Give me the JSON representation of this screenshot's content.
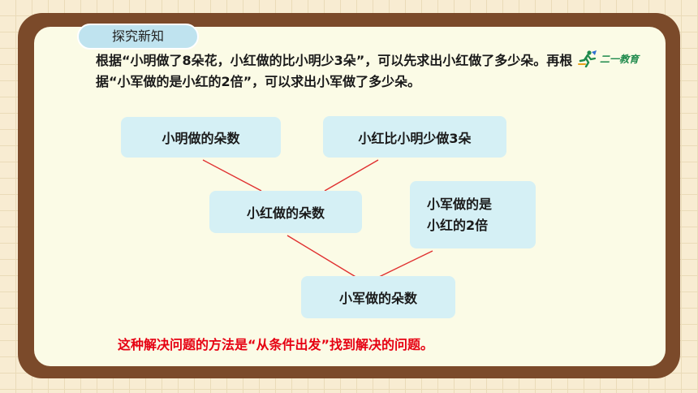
{
  "tag_label": "探究新知",
  "intro_text": "根据“小明做了8朵花，小红做的比小明少3朵”，可以先求出小红做了多少朵。再根据“小军做的是小红的2倍”，可以求出小军做了多少朵。",
  "logo": {
    "text": "二一教育",
    "icon": "running-figure-icon",
    "color": "#1f8a4c"
  },
  "diagram": {
    "boxes": {
      "xiaoming_count": "小明做的朵数",
      "xiaohong_less": "小红比小明少做3朵",
      "xiaohong_count": "小红做的朵数",
      "xiaojun_relation_line1": "小军做的是",
      "xiaojun_relation_line2": "小红的2倍",
      "xiaojun_count": "小军做的朵数"
    },
    "connector_color": "#e03030",
    "box_color": "#d5f0f5"
  },
  "conclusion": "这种解决问题的方法是“从条件出发”找到解决的问题。",
  "colors": {
    "frame": "#7b4a2a",
    "panel": "#fbfbe6",
    "tag": "#bfe3ef",
    "conclusion_text": "#e60012"
  }
}
